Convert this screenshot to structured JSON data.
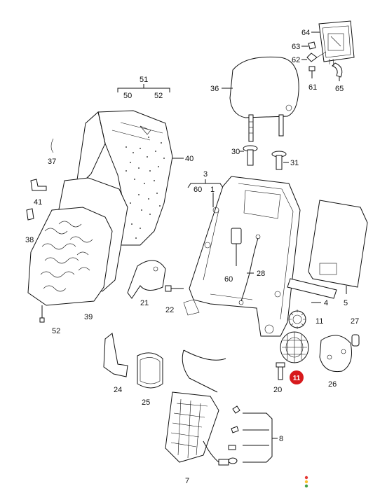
{
  "labels": {
    "l64": "64",
    "l63": "63",
    "l62": "62",
    "l61": "61",
    "l65": "65",
    "l51": "51",
    "l50": "50",
    "l52a": "52",
    "l36": "36",
    "l37": "37",
    "l40": "40",
    "l30": "30",
    "l31": "31",
    "l3": "3",
    "l60a": "60",
    "l1": "1",
    "l41": "41",
    "l38": "38",
    "l5": "5",
    "l60b": "60",
    "l28": "28",
    "l4": "4",
    "l21": "21",
    "l22": "22",
    "l39": "39",
    "l52b": "52",
    "l11": "11",
    "l27": "27",
    "l24": "24",
    "l25": "25",
    "l20": "20",
    "l26": "26",
    "l8": "8",
    "l7": "7"
  },
  "callout": "11",
  "colors": {
    "line": "#111111",
    "callout_badge": "#d7191c",
    "dot_red": "#e53935",
    "dot_yellow": "#fbc02d",
    "dot_green": "#43a047"
  }
}
